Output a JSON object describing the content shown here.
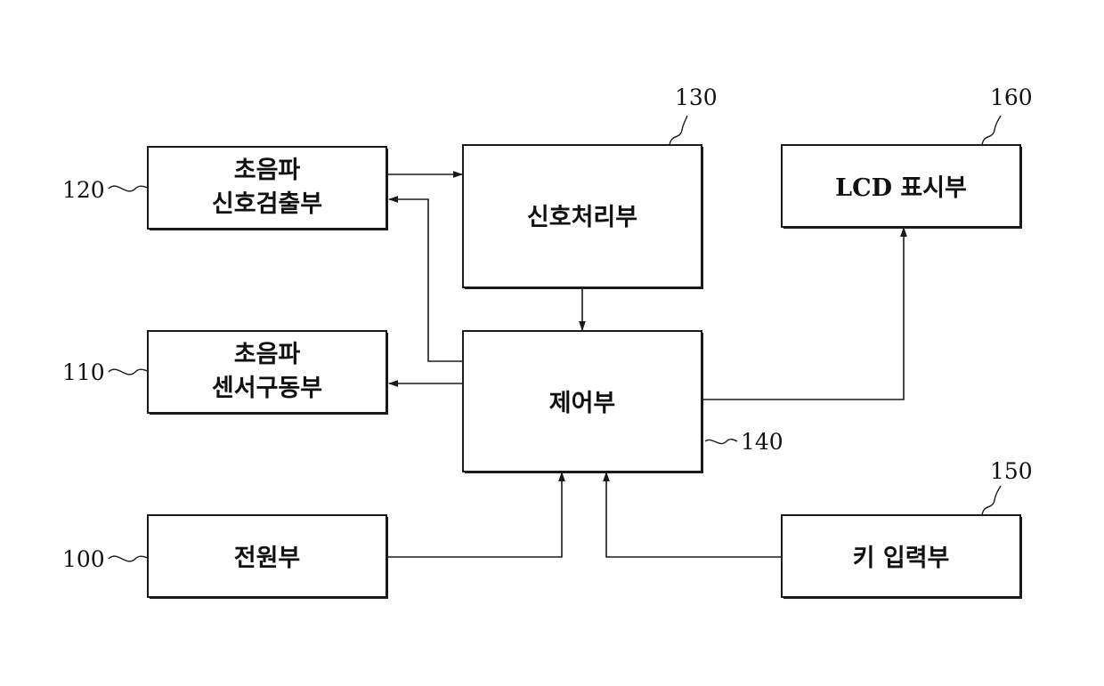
{
  "blocks": {
    "ultrasonic_signal_detector": {
      "ref": "120",
      "line1": "초음파",
      "line2": "신호검출부"
    },
    "signal_processor": {
      "ref": "130",
      "label": "신호처리부"
    },
    "lcd_display": {
      "ref": "160",
      "label": "LCD 표시부"
    },
    "ultrasonic_sensor_driver": {
      "ref": "110",
      "line1": "초음파",
      "line2": "센서구동부"
    },
    "controller": {
      "ref": "140",
      "label": "제어부"
    },
    "power_supply": {
      "ref": "100",
      "label": "전원부"
    },
    "key_input": {
      "ref": "150",
      "label": "키 입력부"
    }
  }
}
